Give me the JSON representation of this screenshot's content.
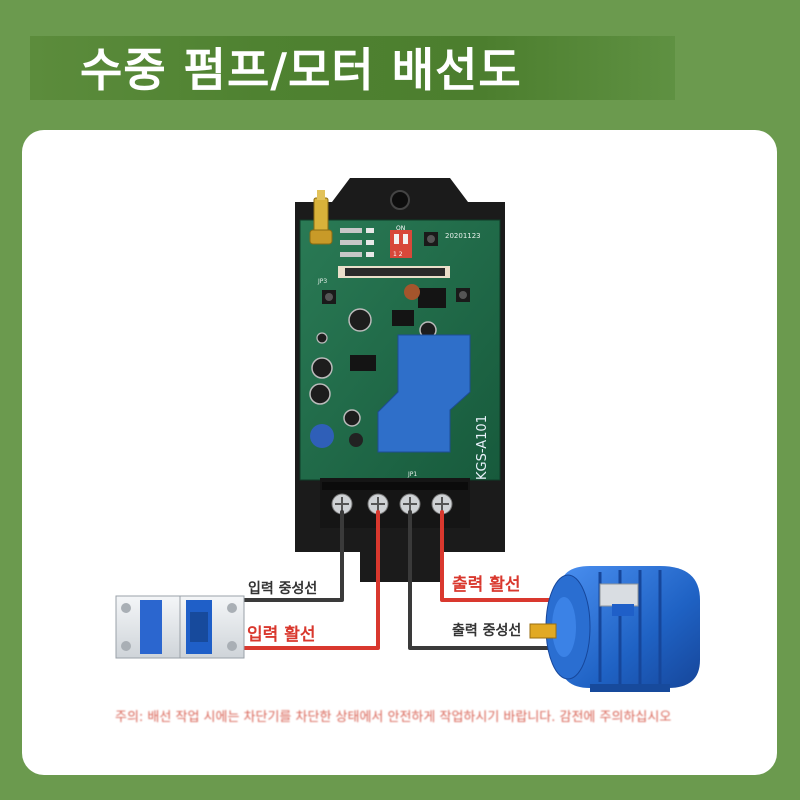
{
  "title": "수중 펌프/모터 배선도",
  "board": {
    "model": "KGS-A101",
    "date_code": "20201123",
    "dip_on": "ON",
    "dip_numbers": "1 2",
    "terminal_label": "JP1",
    "connector_label": "JP3"
  },
  "labels": {
    "input_neutral": "입력 중성선",
    "input_live": "입력 활선",
    "output_live": "출력 활선",
    "output_neutral": "출력 중성선"
  },
  "note": "주의: 배선 작업 시에는 차단기를 차단한 상태에서 안전하게 작업하시기 바랍니다. 감전에 주의하십시오",
  "colors": {
    "background": "#6b9a4e",
    "live_wire": "#d9382e",
    "neutral_wire": "#3a3a3a",
    "pcb": "#1f6b4a",
    "relay": "#2f6fc9",
    "motor": "#2a6ed1",
    "breaker": "#1f5fc8"
  }
}
